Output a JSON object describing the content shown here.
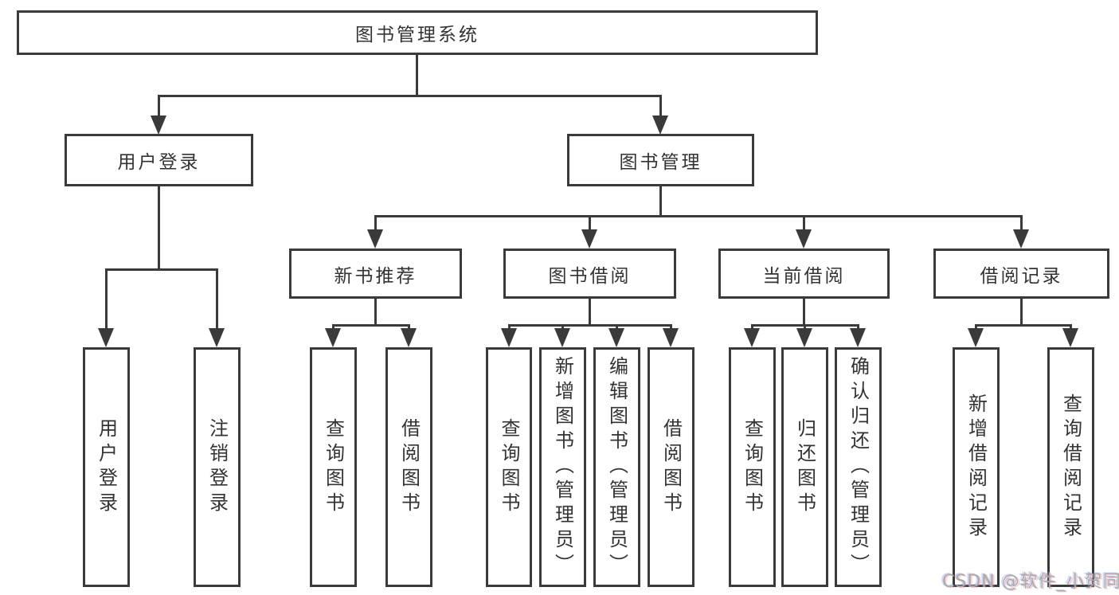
{
  "colors": {
    "line": "#3a3a3a",
    "box_border": "#3a3a3a",
    "box_text": "#333333",
    "background": "#ffffff",
    "watermark_text_color": "#ababab"
  },
  "watermark": {
    "text": "CSDN @软件_小贺同学"
  },
  "tree": {
    "root": {
      "label": "图书管理系统"
    },
    "children": [
      {
        "label": "用户登录",
        "children": [
          {
            "label": "用户登录"
          },
          {
            "label": "注销登录"
          }
        ]
      },
      {
        "label": "图书管理",
        "children": [
          {
            "label": "新书推荐",
            "children": [
              {
                "label": "查询图书"
              },
              {
                "label": "借阅图书"
              }
            ]
          },
          {
            "label": "图书借阅",
            "children": [
              {
                "label": "查询图书"
              },
              {
                "label": "新增图书（管理员）"
              },
              {
                "label": "编辑图书（管理员）"
              },
              {
                "label": "借阅图书"
              }
            ]
          },
          {
            "label": "当前借阅",
            "children": [
              {
                "label": "查询图书"
              },
              {
                "label": "归还图书"
              },
              {
                "label": "确认归还（管理员）"
              }
            ]
          },
          {
            "label": "借阅记录",
            "children": [
              {
                "label": "新增借阅记录"
              },
              {
                "label": "查询借阅记录"
              }
            ]
          }
        ]
      }
    ]
  }
}
